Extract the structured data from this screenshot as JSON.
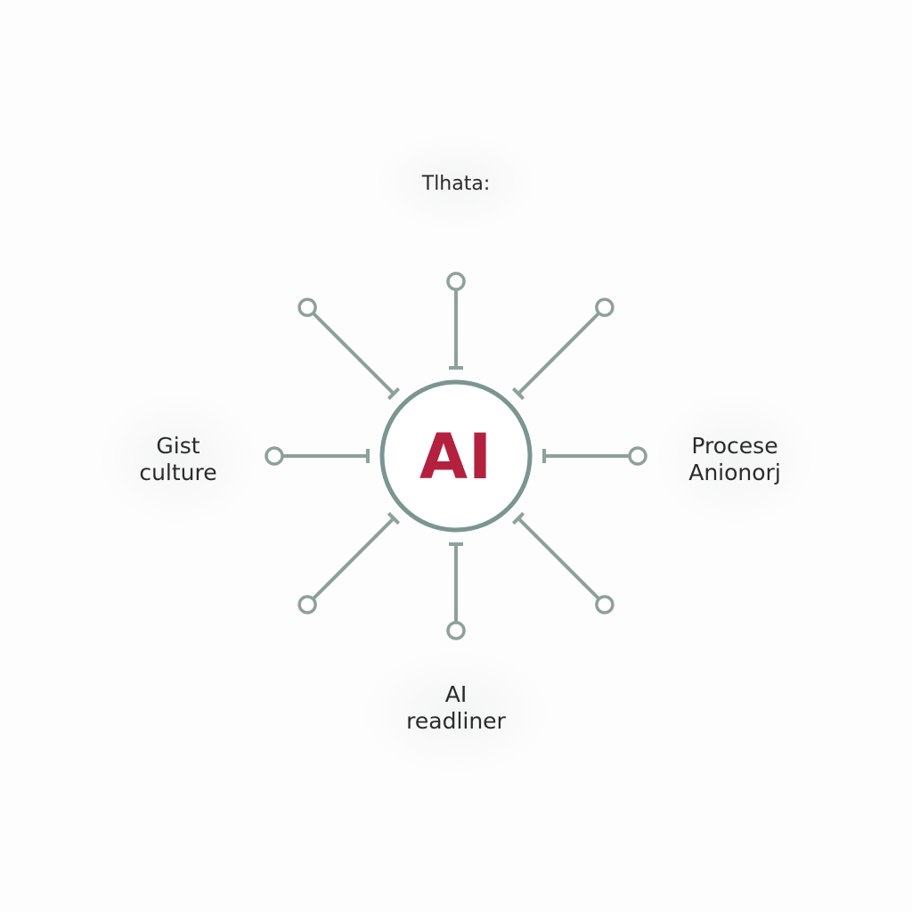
{
  "diagram": {
    "center_label": "AI",
    "top_label": "Tlhata:",
    "left_label": [
      "Gist",
      "culture"
    ],
    "right_label": [
      "Procese",
      "Anionorj"
    ],
    "bottom_label": [
      "AI",
      "readliner"
    ],
    "colors": {
      "accent": "#b3213f",
      "line": "#8da19b",
      "circle_stroke": "#7b9690",
      "text": "#2b2b2b",
      "background": "#fdfdfd"
    },
    "spokes": [
      "top",
      "top-right",
      "right",
      "bottom-right",
      "bottom",
      "bottom-left",
      "left",
      "top-left"
    ]
  }
}
